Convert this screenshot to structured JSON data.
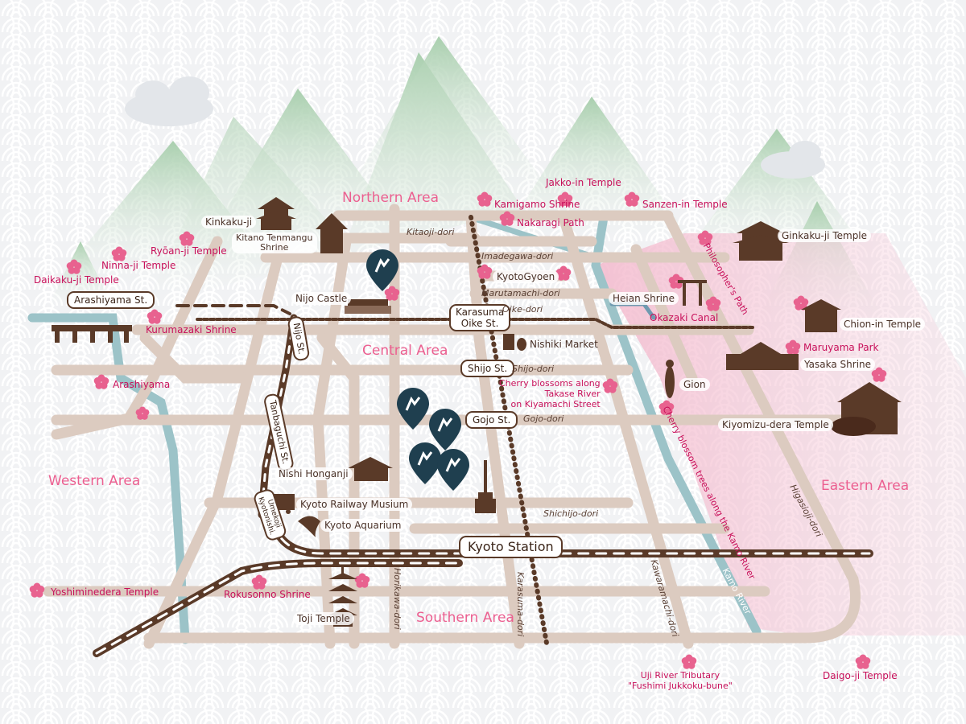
{
  "areas": {
    "northern": "Northern Area",
    "central": "Central Area",
    "western": "Western Area",
    "southern": "Southern Area",
    "eastern": "Eastern Area"
  },
  "stations": {
    "arashiyama": "Arashiyama St.",
    "karasuma_oike_1": "Karasuma",
    "karasuma_oike_2": "Oike St.",
    "shijo": "Shijo St.",
    "gojo": "Gojo St.",
    "kyoto": "Kyoto Station",
    "nijo": "Nijo St.",
    "tanbaguchi": "Tanbaguchi St.",
    "umekoji_1": "Umekoji",
    "umekoji_2": "Kyotonishi."
  },
  "streets": {
    "kitaoji": "Kitaoji-dori",
    "imadegawa": "Imadegawa-dori",
    "marutamachi": "Marutamachi-dori",
    "oike": "Oike-dori",
    "shijo": "Shijo-dori",
    "gojo": "Gojo-dori",
    "shichijo": "Shichijo-dori",
    "horikawa": "Horikawa-dori",
    "karasuma": "Karasuma-dori",
    "kawaramachi": "Kawaramachi-dori",
    "higasioji": "Higasioji-dori",
    "kamo_river": "Kamo River"
  },
  "cherry_spots": {
    "jakko_in": "Jakko-in Temple",
    "kamigamo": "Kamigamo Shrine",
    "sanzen_in": "Sanzen-in Temple",
    "nakaragi": "Nakaragi Path",
    "philosophers_path": "Philosopher's Path",
    "okazaki": "Okazaki Canal",
    "maruyama": "Maruyama Park",
    "ryoan_ji": "Ryōan-ji Temple",
    "ninna_ji": "Ninna-ji Temple",
    "daikaku_ji": "Daikaku-ji Temple",
    "kurumazaki": "Kurumazaki Shrine",
    "arashiyama": "Arashiyama",
    "takase_1": "Cherry blossoms along",
    "takase_2": "Takase River",
    "takase_3": "on Kiyamachi Street",
    "kamo_trees": "Cherry blossom trees along the Kamo River",
    "yoshiminedera": "Yoshiminedera Temple",
    "rokusonno": "Rokusonno Shrine",
    "uji_1": "Uji River Tributary",
    "uji_2": "\"Fushimi Jukkoku-bune\"",
    "daigo_ji": "Daigo-ji Temple"
  },
  "landmarks": {
    "kinkaku_ji": "Kinkaku-ji",
    "kitano_1": "Kitano Tenmangu",
    "kitano_2": "Shrine",
    "nijo_castle": "Nijo Castle",
    "kyoto_gyoen": "KyotoGyoen",
    "heian": "Heian Shrine",
    "nishiki": "Nishiki Market",
    "gion": "Gion",
    "ginkaku_ji": "Ginkaku-ji Temple",
    "chion_in": "Chion-in Temple",
    "yasaka": "Yasaka Shrine",
    "kiyomizu": "Kiyomizu-dera Temple",
    "nishi_honganji": "Nishi Honganji",
    "railway_museum": "Kyoto Railway Musium",
    "aquarium": "Kyoto Aquarium",
    "toji": "Toji Temple"
  },
  "colors": {
    "road": "#dccbc0",
    "rail": "#5a3a28",
    "river": "#9cc3c8",
    "cherry": "#e8628f",
    "pin": "#1f3f4f",
    "mountain": "#b9d8bd"
  }
}
